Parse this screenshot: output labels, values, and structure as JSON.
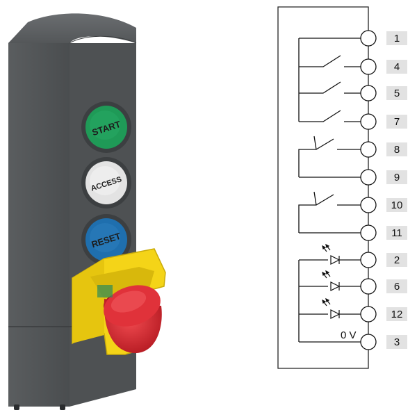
{
  "device": {
    "buttons": [
      {
        "label": "START",
        "color": "#1f9a57"
      },
      {
        "label": "ACCESS",
        "color": "#e3e3e3"
      },
      {
        "label": "RESET",
        "color": "#1f6fae"
      }
    ],
    "emergency_stop_color": "#d9232d",
    "guard_color": "#f4d418",
    "housing_color": "#4f5254"
  },
  "diagram": {
    "terminals": [
      "1",
      "4",
      "5",
      "7",
      "8",
      "9",
      "10",
      "11",
      "2",
      "6",
      "12",
      "3"
    ],
    "zero_volt_label": "0 V"
  }
}
